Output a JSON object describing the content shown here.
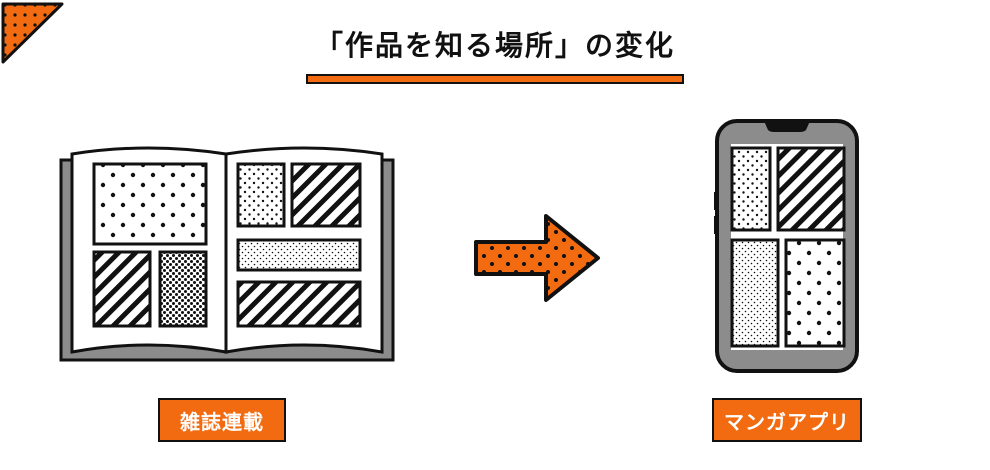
{
  "title": "「作品を知る場所」の変化",
  "left_label": "雑誌連載",
  "right_label": "マンガアプリ",
  "colors": {
    "accent": "#f26b10",
    "ink": "#111111",
    "gray": "#8c8c8c"
  },
  "icons": [
    "corner-triangle-icon",
    "open-magazine-icon",
    "arrow-right-icon",
    "smartphone-icon"
  ]
}
